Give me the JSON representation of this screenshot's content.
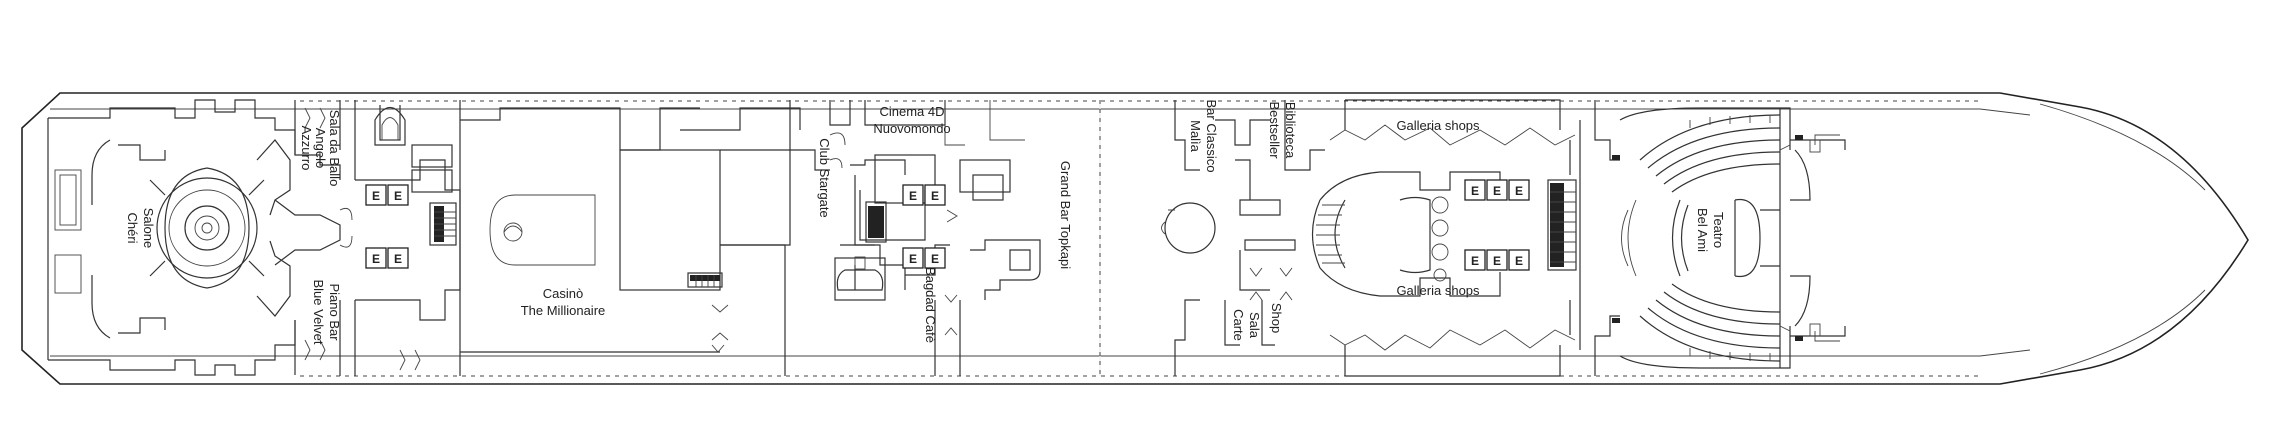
{
  "labels": {
    "salone_cheri": [
      "Salone",
      "Chéri"
    ],
    "sala_ballo": [
      "Sala da Ballo",
      "Angelo",
      "Azzurro"
    ],
    "piano_bar": [
      "Piano Bar",
      "Blue Velvet"
    ],
    "casino": [
      "Casinò",
      "The Millionaire"
    ],
    "club_stargate": "Club Stargate",
    "cinema": [
      "Cinema 4D",
      "Nuovomondo"
    ],
    "bagdad_cafe": "Bagdad Cafè",
    "grand_bar": "Grand Bar Topkapi",
    "bar_classico": [
      "Bar Classico",
      "Malìa"
    ],
    "biblioteca": [
      "Biblioteca",
      "Bestseller"
    ],
    "galleria_top": "Galleria shops",
    "galleria_bottom": "Galleria shops",
    "sala_carte": [
      "Sala",
      "Carte"
    ],
    "shop": "Shop",
    "teatro": [
      "Teatro",
      "Bel Ami"
    ],
    "elevator": "E"
  }
}
